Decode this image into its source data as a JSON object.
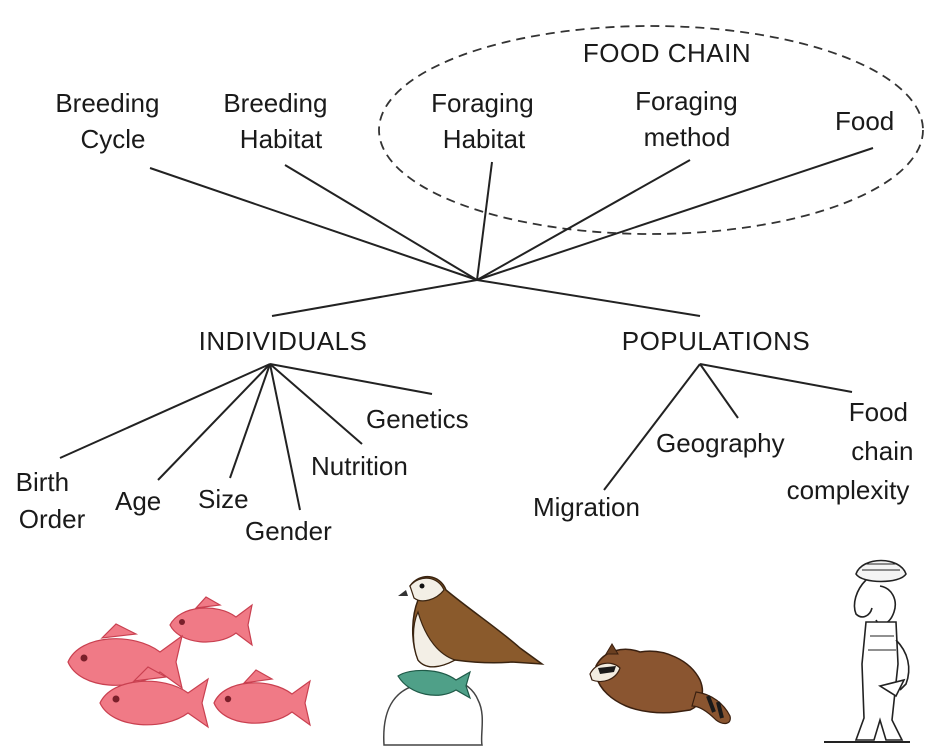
{
  "food_chain_title": "FOOD CHAIN",
  "top_labels": {
    "breeding_cycle": [
      "Breeding",
      "Cycle"
    ],
    "breeding_habitat": [
      "Breeding",
      "Habitat"
    ],
    "foraging_habitat": [
      "Foraging",
      "Habitat"
    ],
    "foraging_method": [
      "Foraging",
      "method"
    ],
    "food": "Food"
  },
  "individuals": {
    "title": "INDIVIDUALS",
    "birth_order": [
      "Birth",
      "Order"
    ],
    "age": "Age",
    "size": "Size",
    "gender": "Gender",
    "nutrition": "Nutrition",
    "genetics": "Genetics"
  },
  "populations": {
    "title": "POPULATIONS",
    "migration": "Migration",
    "geography": "Geography",
    "food_chain_complexity": [
      "Food",
      "chain",
      "complexity"
    ]
  },
  "illustrations": [
    "fish-school",
    "osprey",
    "raccoon",
    "egyptian-fisherman"
  ]
}
